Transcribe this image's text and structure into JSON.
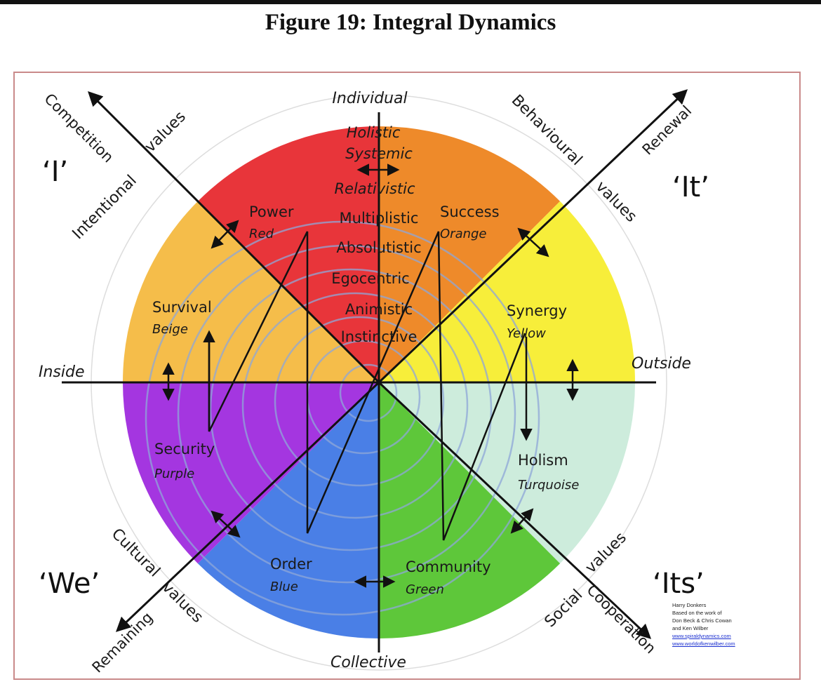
{
  "title": "Figure 19: Integral Dynamics",
  "axes": {
    "individual": "Individual",
    "collective": "Collective",
    "inside": "Inside",
    "outside": "Outside",
    "competition": "Competition",
    "renewal": "Renewal",
    "remaining": "Remaining",
    "cooperation": "Cooperation",
    "intentional": "Intentional",
    "behavioural": "Behavioural",
    "cultural": "Cultural",
    "social": "Social",
    "values": "values"
  },
  "quadrants": {
    "i": "‘I’",
    "it": "‘It’",
    "we": "‘We’",
    "its": "‘Its’"
  },
  "levels": [
    "Holistic",
    "Systemic",
    "Relativistic",
    "Multiplistic",
    "Absolutistic",
    "Egocentric",
    "Animistic",
    "Instinctive"
  ],
  "memes": {
    "power": {
      "name": "Power",
      "color": "Red"
    },
    "success": {
      "name": "Success",
      "color": "Orange"
    },
    "survival": {
      "name": "Survival",
      "color": "Beige"
    },
    "synergy": {
      "name": "Synergy",
      "color": "Yellow"
    },
    "security": {
      "name": "Security",
      "color": "Purple"
    },
    "holism": {
      "name": "Holism",
      "color": "Turquoise"
    },
    "order": {
      "name": "Order",
      "color": "Blue"
    },
    "community": {
      "name": "Community",
      "color": "Green"
    }
  },
  "sector_colors": {
    "red": "#e8353a",
    "orange": "#ee8a2a",
    "yellow": "#f7ee3a",
    "turquoise": "#cdecdc",
    "green": "#5ec73a",
    "blue": "#4a7fe6",
    "purple": "#a436e0",
    "beige": "#f5bd4a"
  },
  "credit": {
    "author": "Harry Donkers",
    "line2": "Based on the work of",
    "line3": "Don Beck & Chris Cowan",
    "line4": "and Ken Wilber",
    "link1": "www.spiraldynamics.com",
    "link2": "www.worldofkenwilber.com"
  }
}
